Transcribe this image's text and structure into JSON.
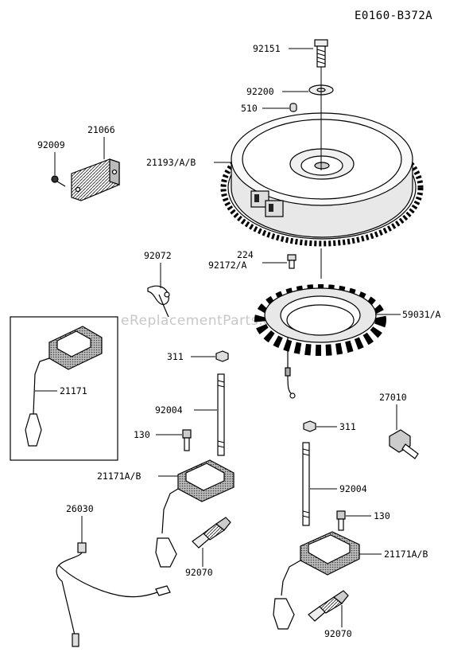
{
  "diagram_code": "E0160-B372A",
  "watermark": "eReplacementParts.com",
  "labels": {
    "p92151": "92151",
    "p92200": "92200",
    "p510": "510",
    "p21066": "21066",
    "p92009": "92009",
    "p21193": "21193/A/B",
    "p92072": "92072",
    "p224": "224",
    "p92172": "92172/A",
    "p59031": "59031/A",
    "p311a": "311",
    "p21171": "21171",
    "p92004a": "92004",
    "p27010": "27010",
    "p130a": "130",
    "p311b": "311",
    "p21171ab_a": "21171A/B",
    "p92004b": "92004",
    "p26030": "26030",
    "p130b": "130",
    "p92070a": "92070",
    "p21171ab_b": "21171A/B",
    "p92070b": "92070"
  }
}
